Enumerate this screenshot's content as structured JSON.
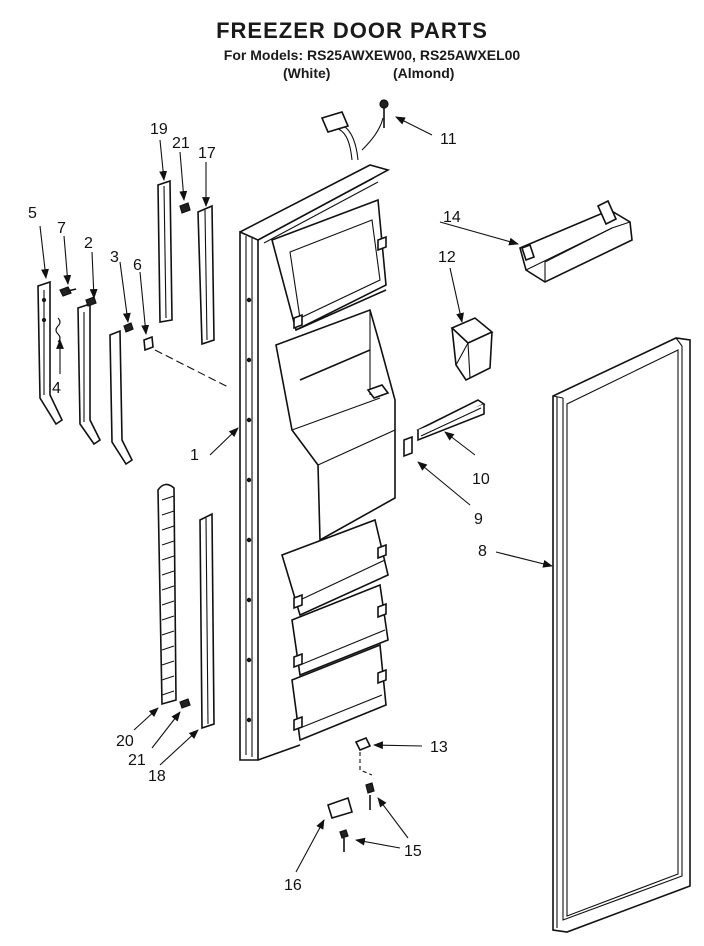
{
  "header": {
    "title": "FREEZER DOOR PARTS",
    "models": "For Models: RS25AWXEW00, RS25AWXEL00",
    "color_white": "(White)",
    "color_almond": "(Almond)"
  },
  "callouts": {
    "c1": "1",
    "c2": "2",
    "c3": "3",
    "c4": "4",
    "c5": "5",
    "c6": "6",
    "c7": "7",
    "c8": "8",
    "c9": "9",
    "c10": "10",
    "c11": "11",
    "c12": "12",
    "c13": "13",
    "c14": "14",
    "c15": "15",
    "c16": "16",
    "c17": "17",
    "c18": "18",
    "c19": "19",
    "c20": "20",
    "c21a": "21",
    "c21b": "21"
  }
}
